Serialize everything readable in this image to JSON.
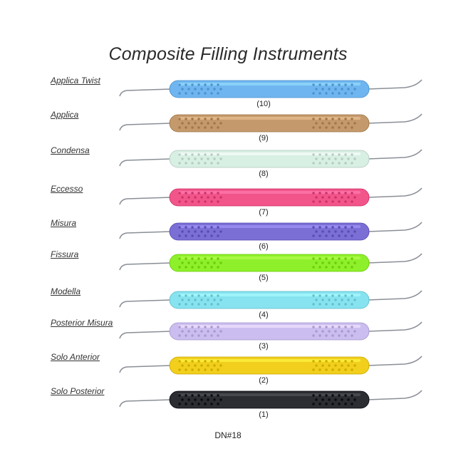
{
  "title": "Composite Filling Instruments",
  "code": "DN#18",
  "instruments": [
    {
      "name": "Applica Twist",
      "number": "(10)",
      "color": "#6fb6f0"
    },
    {
      "name": "Applica",
      "number": "(9)",
      "color": "#c49a6c"
    },
    {
      "name": "Condensa",
      "number": "(8)",
      "color": "#d8efe4"
    },
    {
      "name": "Eccesso",
      "number": "(7)",
      "color": "#f2558a"
    },
    {
      "name": "Misura",
      "number": "(6)",
      "color": "#7b6fd6"
    },
    {
      "name": "Fissura",
      "number": "(5)",
      "color": "#8ef02a"
    },
    {
      "name": "Modella",
      "number": "(4)",
      "color": "#86e3ef"
    },
    {
      "name": "Posterior Misura",
      "number": "(3)",
      "color": "#cbbdf0"
    },
    {
      "name": "Solo Anterior",
      "number": "(2)",
      "color": "#f1cf1c"
    },
    {
      "name": "Solo Posterior",
      "number": "(1)",
      "color": "#2b2d33"
    }
  ]
}
